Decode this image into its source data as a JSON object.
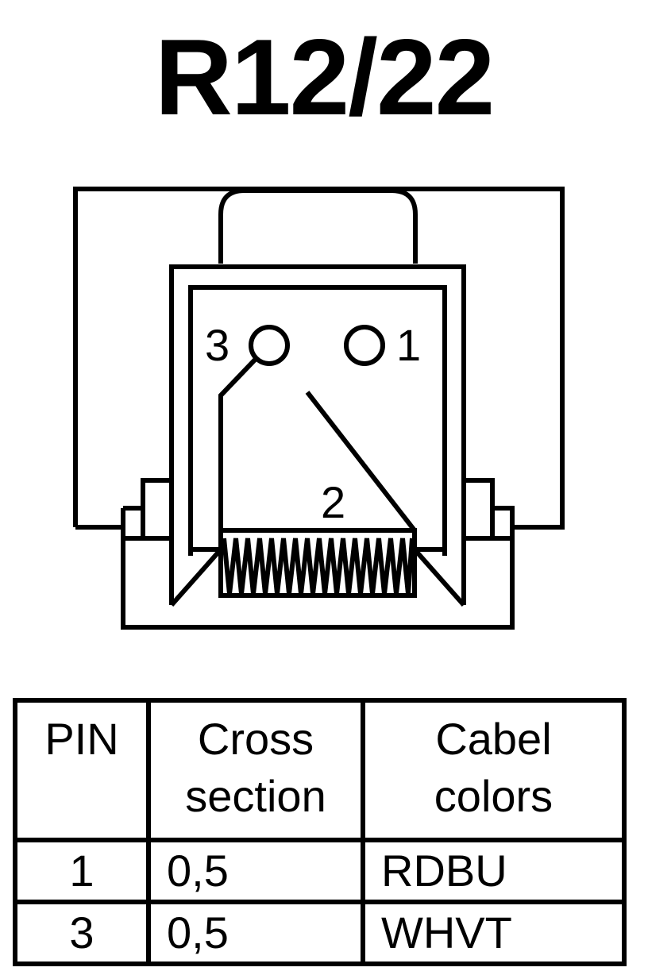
{
  "title": "R12/22",
  "diagram": {
    "pin_labels": [
      "3",
      "1",
      "2"
    ]
  },
  "table": {
    "headers": [
      {
        "line1": "PIN",
        "line2": ""
      },
      {
        "line1": "Cross",
        "line2": "section"
      },
      {
        "line1": "Cabel",
        "line2": "colors"
      }
    ],
    "rows": [
      {
        "pin": "1",
        "cross_section": "0,5",
        "color": "RDBU"
      },
      {
        "pin": "3",
        "cross_section": "0,5",
        "color": "WHVT"
      }
    ]
  }
}
